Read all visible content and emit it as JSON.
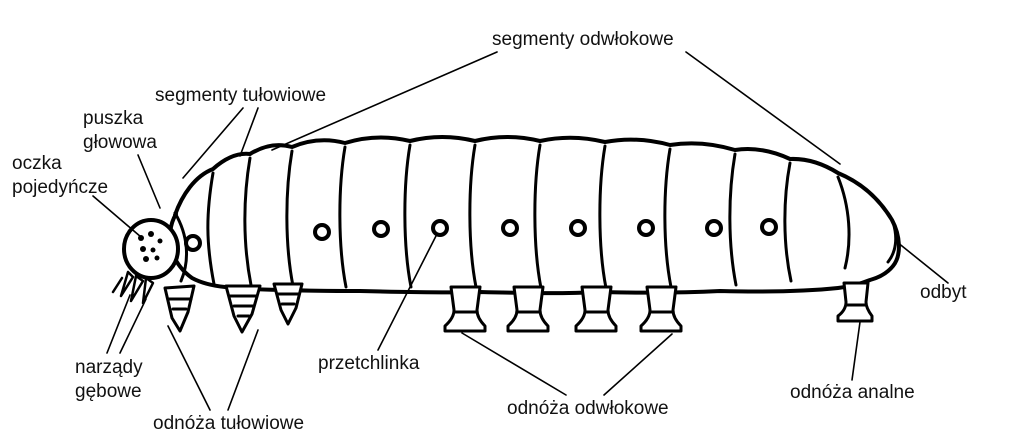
{
  "diagram": {
    "subject": "caterpillar anatomy (larva) side view",
    "colors": {
      "line": "#000000",
      "background": "#ffffff"
    },
    "labels": {
      "segmenty_odwlokowe": "segmenty odwłokowe",
      "segmenty_tulowiowe": "segmenty tułowiowe",
      "puszka_glowowa": "puszka głowowa",
      "oczka_pojedyncze": "oczka pojedyńcze",
      "narzady_gebowe": "narządy gębowe",
      "odnoza_tulowiowe": "odnóża tułowiowe",
      "przetchlinka": "przetchlinka",
      "odnoza_odwlokowe": "odnóża odwłokowe",
      "odnoza_analne": "odnóża analne",
      "odbyt": "odbyt"
    }
  }
}
